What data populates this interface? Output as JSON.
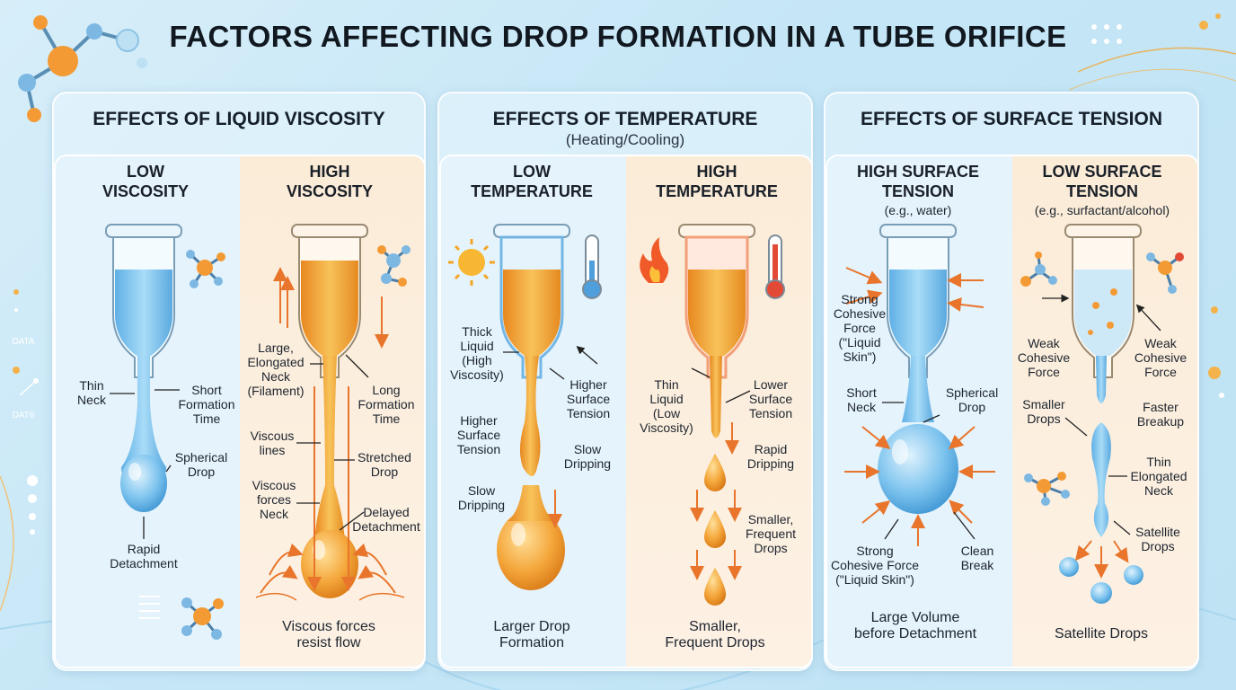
{
  "title": "FACTORS AFFECTING DROP FORMATION IN A TUBE ORIFICE",
  "panels": {
    "viscosity": {
      "title": "EFFECTS OF LIQUID VISCOSITY",
      "left_head": "LOW\nVISCOSITY",
      "right_head": "HIGH\nVISCOSITY",
      "thin_neck": "Thin\nNeck",
      "short_time": "Short\nFormation\nTime",
      "spherical_drop": "Spherical\nDrop",
      "rapid_detachment": "Rapid\nDetachment",
      "large_neck": "Large,\nElongated\nNeck\n(Filament)",
      "long_time": "Long\nFormation\nTime",
      "viscous_lines": "Viscous\nlines",
      "stretched_drop": "Stretched\nDrop",
      "viscous_forces_neck": "Viscous\nforces\nNeck",
      "delayed_detachment": "Delayed\nDetachment",
      "bottom": "Viscous forces\nresist flow"
    },
    "temperature": {
      "title": "EFFECTS OF TEMPERATURE",
      "subtitle": "(Heating/Cooling)",
      "left_head": "LOW\nTEMPERATURE",
      "right_head": "HIGH\nTEMPERATURE",
      "thick_liquid": "Thick\nLiquid\n(High\nViscosity)",
      "higher_st_1": "Higher\nSurface\nTension",
      "higher_st_2": "Higher\nSurface\nTension",
      "slow_dripping_1": "Slow\nDripping",
      "slow_dripping_2": "Slow\nDripping",
      "left_bottom": "Larger Drop\nFormation",
      "thin_liquid": "Thin\nLiquid\n(Low\nViscosity)",
      "lower_st": "Lower\nSurface\nTension",
      "rapid_dripping": "Rapid\nDripping",
      "smaller_frequent": "Smaller,\nFrequent\nDrops",
      "right_bottom": "Smaller,\nFrequent Drops"
    },
    "surface": {
      "title": "EFFECTS OF SURFACE TENSION",
      "left_head": "HIGH SURFACE\nTENSION",
      "left_sub": "(e.g., water)",
      "right_head": "LOW SURFACE\nTENSION",
      "right_sub": "(e.g., surfactant/alcohol)",
      "strong_cohesive_1": "Strong\nCohesive\nForce\n(\"Liquid\nSkin\")",
      "short_neck": "Short\nNeck",
      "spherical_drop": "Spherical\nDrop",
      "strong_cohesive_2": "Strong\nCohesive Force\n(\"Liquid Skin\")",
      "clean_break": "Clean\nBreak",
      "left_bottom": "Large Volume\nbefore Detachment",
      "weak_cohesive_l": "Weak\nCohesive\nForce",
      "weak_cohesive_r": "Weak\nCohesive\nForce",
      "smaller_drops": "Smaller\nDrops",
      "faster_breakup": "Faster\nBreakup",
      "thin_neck": "Thin\nElongated\nNeck",
      "satellite": "Satellite\nDrops",
      "right_bottom": "Satellite Drops"
    }
  },
  "side_labels": {
    "data1": "DATA",
    "data2": "DAT6"
  },
  "colors": {
    "blue_liquid": "#7cc3ee",
    "orange_liquid": "#f2a23a",
    "arrow": "#e8752b",
    "title": "#111820"
  }
}
